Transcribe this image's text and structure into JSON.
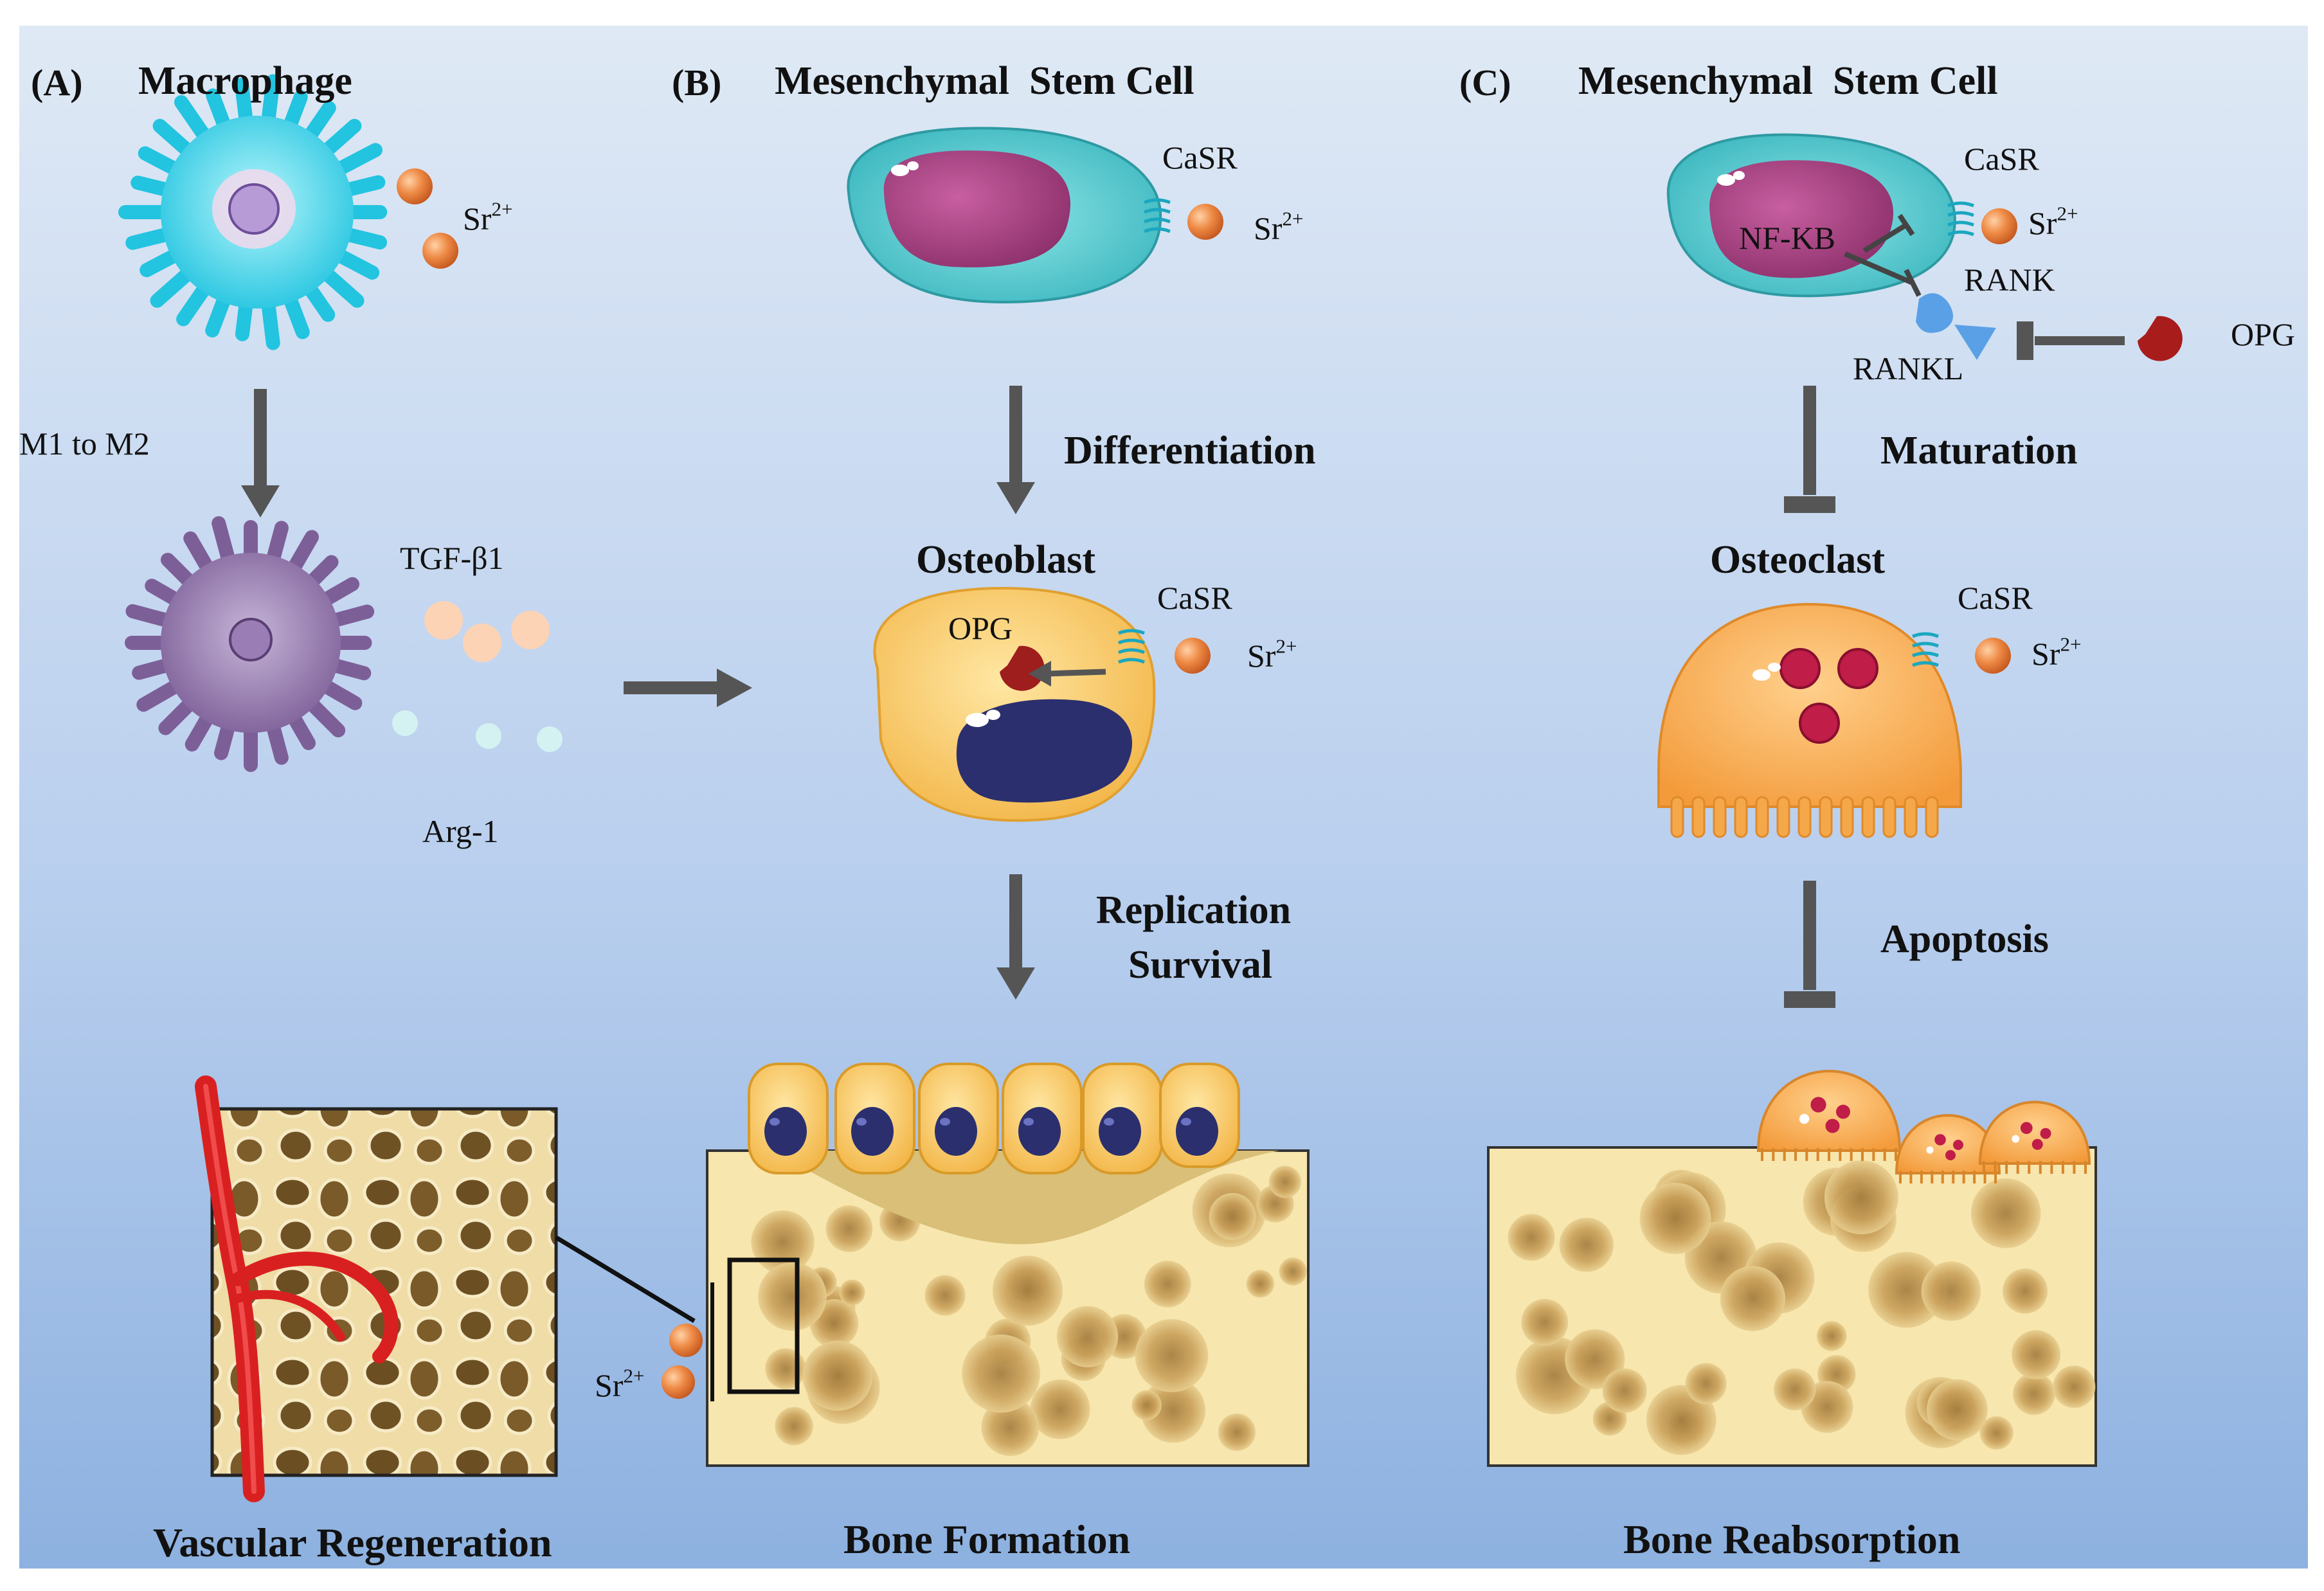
{
  "panels": {
    "a": {
      "tag": "(A)",
      "title": "Macrophage",
      "ion_symbol": "Sr",
      "ion_charge": "2+",
      "polarization": "M1 to M2",
      "factor_1": "TGF-β1",
      "factor_2": "Arg-1",
      "result": "Vascular Regeneration"
    },
    "b": {
      "tag": "(B)",
      "title": "Mesenchymal  Stem Cell",
      "receptor": "CaSR",
      "ion_symbol": "Sr",
      "ion_charge": "2+",
      "process_1": "Differentiation",
      "cell_2": "Osteoblast",
      "secreted": "OPG",
      "receptor_2": "CaSR",
      "ion_symbol_2": "Sr",
      "ion_charge_2": "2+",
      "process_2a": "Replication",
      "process_2b": "Survival",
      "result": "Bone Formation",
      "ion_symbol_3": "Sr",
      "ion_charge_3": "2+"
    },
    "c": {
      "tag": "(C)",
      "title": "Mesenchymal  Stem Cell",
      "receptor": "CaSR",
      "ion_symbol": "Sr",
      "ion_charge": "2+",
      "nf": "NF-KB",
      "rank": "RANK",
      "rankl": "RANKL",
      "opg": "OPG",
      "process_1": "Maturation",
      "cell_2": "Osteoclast",
      "receptor_2": "CaSR",
      "ion_symbol_2": "Sr",
      "ion_charge_2": "2+",
      "process_2": "Apoptosis",
      "result": "Bone Reabsorption"
    }
  },
  "colors": {
    "background_top": "#dce7f4",
    "background_bottom": "#8fb2e0",
    "arrow": "#555555",
    "ion": "#e8813f",
    "nucleus_msc": "#b04a88",
    "cell_msc": "#5fd0d4",
    "osteoblast": "#f7c35e",
    "osteoclast": "#f5a84a",
    "bone": "#f6e7b0",
    "vessel": "#d92020"
  }
}
